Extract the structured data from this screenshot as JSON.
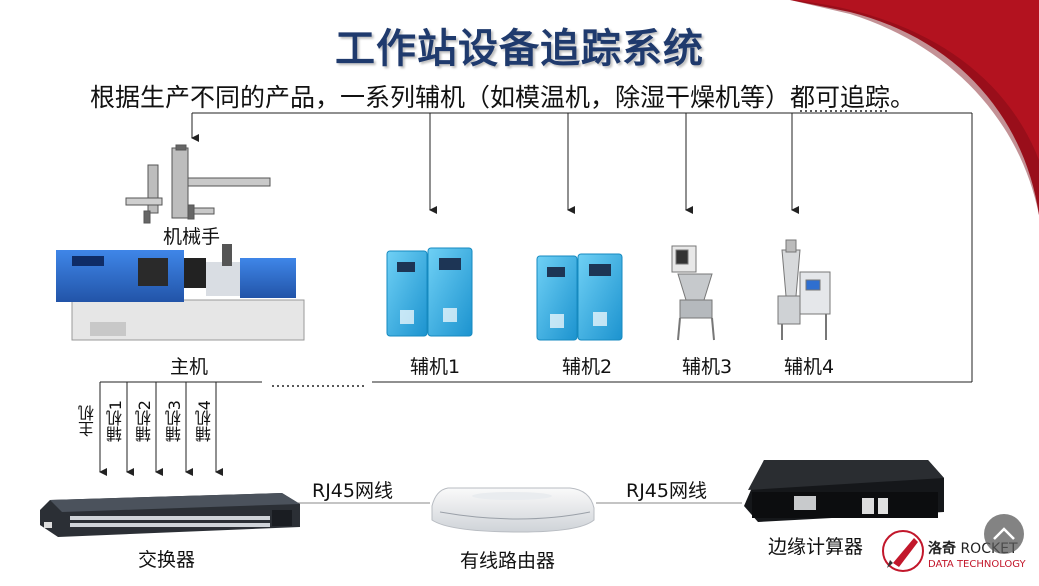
{
  "title": "工作站设备追踪系统",
  "subtitle": "根据生产不同的产品，一系列辅机（如模温机，除湿干燥机等）都可追踪。",
  "devices": {
    "robot": "机械手",
    "host": "主机",
    "aux1": "辅机1",
    "aux2": "辅机2",
    "aux3": "辅机3",
    "aux4": "辅机4"
  },
  "switch_ports": [
    "主机",
    "辅机1",
    "辅机2",
    "辅机3",
    "辅机4"
  ],
  "network": {
    "switch": "交换器",
    "router": "有线路由器",
    "edge": "边缘计算器",
    "cable_left": "RJ45网线",
    "cable_right": "RJ45网线"
  },
  "brand": {
    "name_cn": "洛奇",
    "name_en": "ROCKET",
    "tagline": "DATA TECHNOLOGY"
  },
  "colors": {
    "title": "#1f3a6d",
    "accent_red": "#b3121f",
    "machine_blue": "#2f6fd0",
    "aux_blue": "#2aa7e0"
  }
}
